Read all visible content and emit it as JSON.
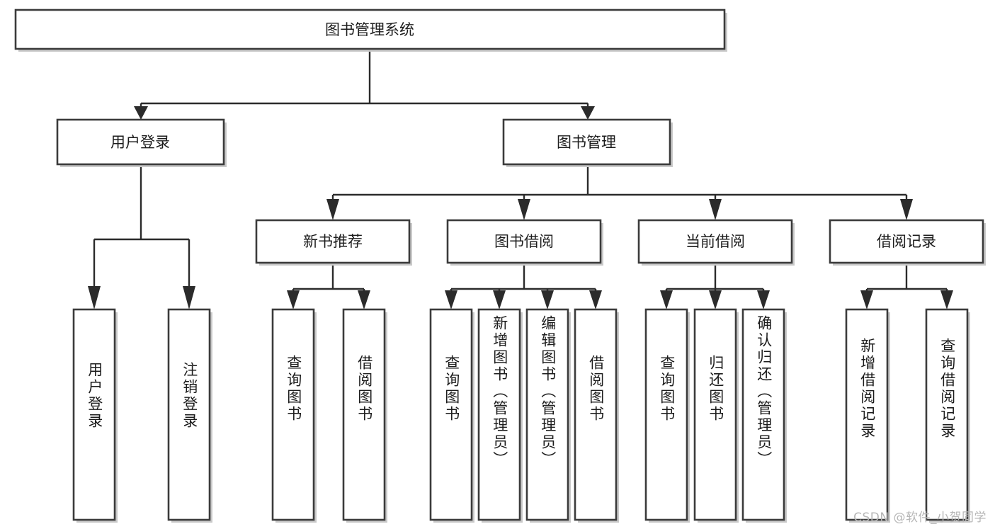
{
  "diagram": {
    "title": "图书管理系统",
    "type": "tree",
    "root": {
      "label": "图书管理系统",
      "orientation": "horizontal"
    },
    "level2": [
      {
        "label": "用户登录",
        "orientation": "horizontal"
      },
      {
        "label": "图书管理",
        "orientation": "horizontal"
      }
    ],
    "level3": [
      {
        "label": "新书推荐",
        "orientation": "horizontal"
      },
      {
        "label": "图书借阅",
        "orientation": "horizontal"
      },
      {
        "label": "当前借阅",
        "orientation": "horizontal"
      },
      {
        "label": "借阅记录",
        "orientation": "horizontal"
      }
    ],
    "leaves": {
      "user_login": [
        {
          "label": "用户登录",
          "orientation": "vertical"
        },
        {
          "label": "注销登录",
          "orientation": "vertical"
        }
      ],
      "new_book_recommend": [
        {
          "label": "查询图书",
          "orientation": "vertical"
        },
        {
          "label": "借阅图书",
          "orientation": "vertical"
        }
      ],
      "book_borrow": [
        {
          "label": "查询图书",
          "orientation": "vertical"
        },
        {
          "label": "新增图书（管理员）",
          "orientation": "vertical"
        },
        {
          "label": "编辑图书（管理员）",
          "orientation": "vertical"
        },
        {
          "label": "借阅图书",
          "orientation": "vertical"
        }
      ],
      "current_borrow": [
        {
          "label": "查询图书",
          "orientation": "vertical"
        },
        {
          "label": "归还图书",
          "orientation": "vertical"
        },
        {
          "label": "确认归还（管理员）",
          "orientation": "vertical"
        }
      ],
      "borrow_record": [
        {
          "label": "新增借阅记录",
          "orientation": "vertical"
        },
        {
          "label": "查询借阅记录",
          "orientation": "vertical"
        }
      ]
    },
    "colors": {
      "box_stroke": "#3b3b3b",
      "box_fill": "#ffffff",
      "connector": "#2b2b2b",
      "text": "#1c1c1c",
      "shadow": "#c9c9c9",
      "watermark": "#b6b6b6",
      "background": "#ffffff"
    }
  },
  "watermark": {
    "text": "CSDN @软件_小贺同学"
  }
}
